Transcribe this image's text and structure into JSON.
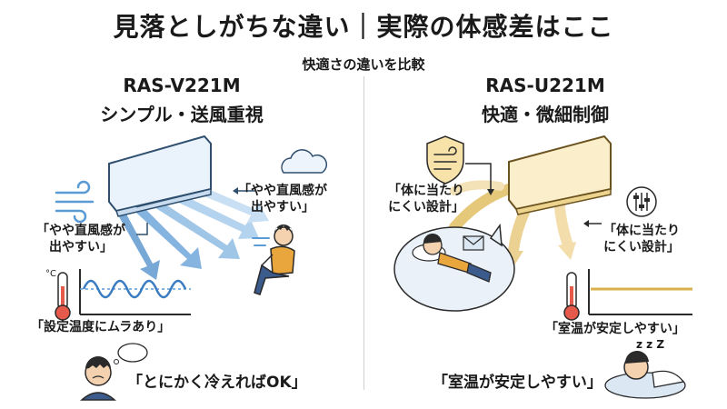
{
  "header": {
    "title": "見落としがちな違い｜実際の体感差はここ",
    "subtitle": "快適さの違いを比較"
  },
  "left": {
    "model": "RAS-V221M",
    "feature": "シンプル・送風重視",
    "note_direct_top_1": "「やや直風感が",
    "note_direct_top_2": "出やすい」",
    "note_direct_left_1": "「やや直風感が",
    "note_direct_left_2": "出やすい」",
    "temp_unit": "°C",
    "note_temp": "「設定温度にムラあり」",
    "note_cool": "「とにかく冷えればOK」"
  },
  "right": {
    "model": "RAS-U221M",
    "feature": "快適・微細制御",
    "note_body_left_1": "「体に当たり",
    "note_body_left_2": "にくい設計」",
    "note_body_right_1": "「体に当たり",
    "note_body_right_2": "にくい設計」",
    "note_stable_1": "「室温が安定しやすい」",
    "note_stable_2": "「室温が安定しやすい」",
    "zzz": "z z Z"
  },
  "colors": {
    "left_accent": "#5b9bd5",
    "right_accent": "#d9b04a",
    "text": "#1a1a1a"
  }
}
